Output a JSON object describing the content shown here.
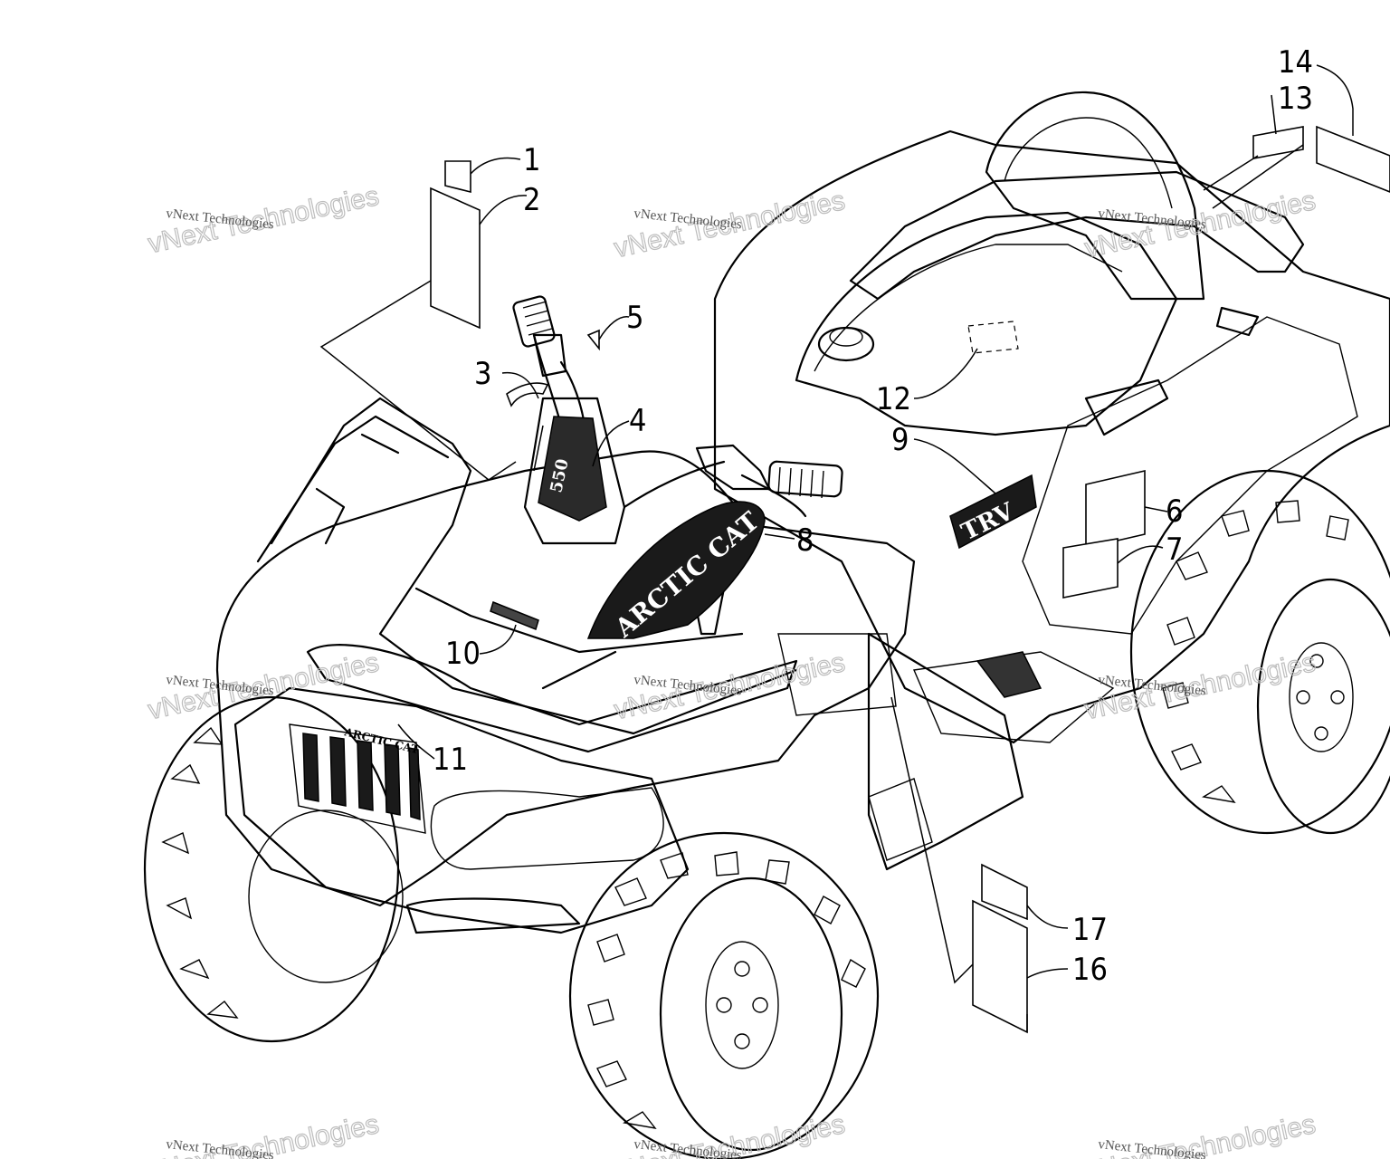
{
  "callouts": {
    "c1": "1",
    "c2": "2",
    "c3": "3",
    "c4": "4",
    "c5": "5",
    "c6": "6",
    "c7": "7",
    "c8": "8",
    "c9": "9",
    "c10": "10",
    "c11": "11",
    "c12": "12",
    "c13": "13",
    "c14": "14",
    "c16": "16",
    "c17": "17"
  },
  "decal_text": {
    "hood_logo": "ARCTIC CAT",
    "grille_logo": "ARCTIC CAT",
    "side_model": "TRV",
    "pod_model": "550"
  },
  "watermark": {
    "big": "vNext Technologies",
    "small": "vNext Technologies"
  },
  "colors": {
    "line": "#000000",
    "background": "#ffffff",
    "watermark": "#bdbdbd"
  }
}
